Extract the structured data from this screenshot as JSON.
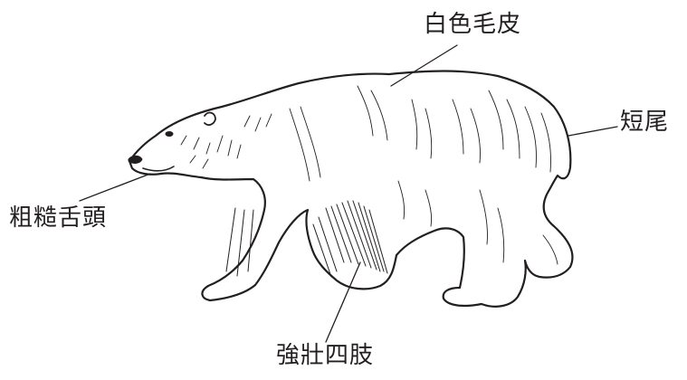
{
  "labels": {
    "fur": "白色毛皮",
    "tail": "短尾",
    "tongue": "粗糙舌頭",
    "limbs": "強壯四肢"
  },
  "colors": {
    "ink": "#231f20",
    "background": "#ffffff"
  }
}
